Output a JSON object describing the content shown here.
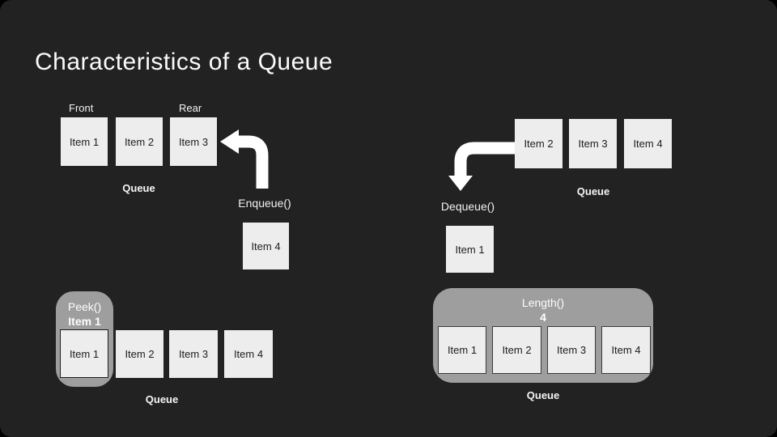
{
  "slide": {
    "title": "Characteristics of a Queue",
    "colors": {
      "frame": "#000000",
      "background": "#222222",
      "box_fill": "#ededed",
      "box_text": "#1c1c1c",
      "container_fill": "#9e9e9e",
      "light_text": "#f5f5f5",
      "arrow": "#ffffff"
    }
  },
  "enqueue_section": {
    "front_label": "Front",
    "rear_label": "Rear",
    "boxes": [
      "Item 1",
      "Item 2",
      "Item 3"
    ],
    "queue_label": "Queue",
    "operation_label": "Enqueue()",
    "incoming_box": "Item 4"
  },
  "dequeue_section": {
    "boxes": [
      "Item 2",
      "Item 3",
      "Item 4"
    ],
    "queue_label": "Queue",
    "operation_label": "Dequeue()",
    "removed_box": "Item 1"
  },
  "peek_section": {
    "operation_label": "Peek()",
    "result_label": "Item 1",
    "boxes": [
      "Item 1",
      "Item 2",
      "Item 3",
      "Item 4"
    ],
    "queue_label": "Queue"
  },
  "length_section": {
    "operation_label": "Length()",
    "result_label": "4",
    "boxes": [
      "Item 1",
      "Item 2",
      "Item 3",
      "Item 4"
    ],
    "queue_label": "Queue"
  }
}
